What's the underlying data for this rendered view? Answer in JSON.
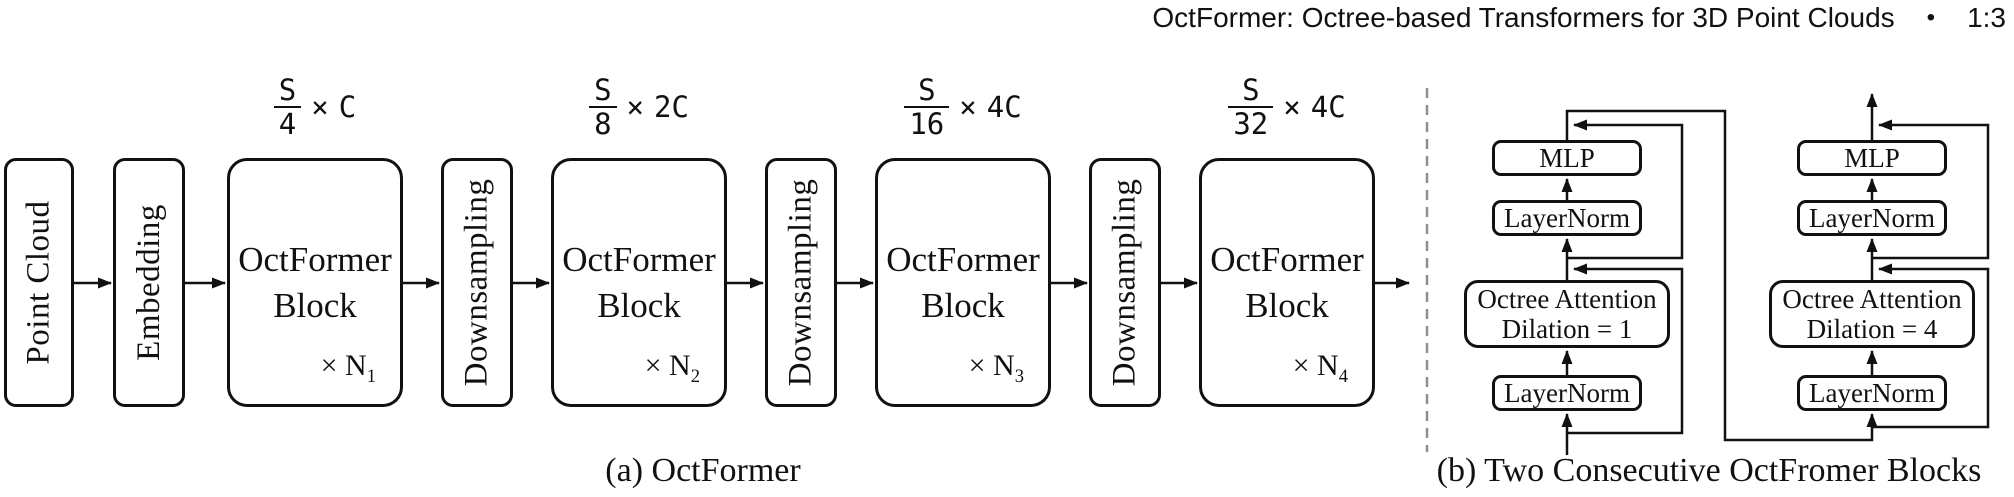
{
  "header": {
    "title": "OctFormer: Octree-based Transformers for 3D Point Clouds",
    "separator": "•",
    "page": "1:3"
  },
  "diagram_a": {
    "caption": "(a) OctFormer",
    "point_cloud": "Point Cloud",
    "embedding": "Embedding",
    "downsampling": "Downsampling",
    "blocks": [
      {
        "line1": "OctFormer",
        "line2": "Block",
        "repeat": "× N",
        "repeat_sub": "1",
        "scale_num": "S",
        "scale_den": "4",
        "scale_times": "×",
        "scale_channels": "C"
      },
      {
        "line1": "OctFormer",
        "line2": "Block",
        "repeat": "× N",
        "repeat_sub": "2",
        "scale_num": "S",
        "scale_den": "8",
        "scale_times": "×",
        "scale_channels": "2C"
      },
      {
        "line1": "OctFormer",
        "line2": "Block",
        "repeat": "× N",
        "repeat_sub": "3",
        "scale_num": "S",
        "scale_den": "16",
        "scale_times": "×",
        "scale_channels": "4C"
      },
      {
        "line1": "OctFormer",
        "line2": "Block",
        "repeat": "× N",
        "repeat_sub": "4",
        "scale_num": "S",
        "scale_den": "32",
        "scale_times": "×",
        "scale_channels": "4C"
      }
    ]
  },
  "diagram_b": {
    "caption": "(b) Two Consecutive OctFromer Blocks",
    "columns": [
      {
        "mlp": "MLP",
        "norm_top": "LayerNorm",
        "attn_line1": "Octree Attention",
        "attn_line2": "Dilation = 1",
        "norm_bottom": "LayerNorm"
      },
      {
        "mlp": "MLP",
        "norm_top": "LayerNorm",
        "attn_line1": "Octree Attention",
        "attn_line2": "Dilation = 4",
        "norm_bottom": "LayerNorm"
      }
    ]
  },
  "colors": {
    "ink": "#111111",
    "divider": "#8f8f8f"
  }
}
